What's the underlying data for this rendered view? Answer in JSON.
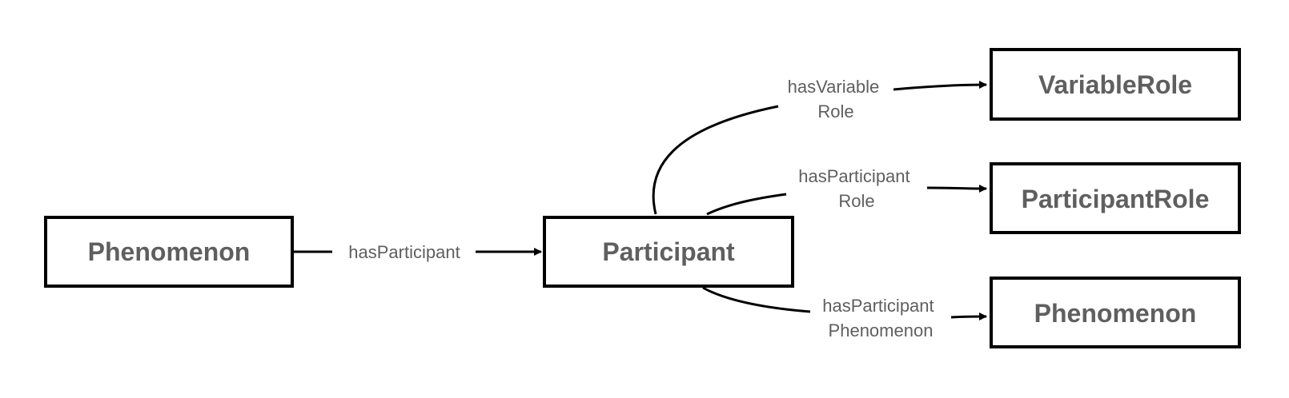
{
  "nodes": {
    "phenomenon_source": "Phenomenon",
    "participant": "Participant",
    "variable_role": "VariableRole",
    "participant_role": "ParticipantRole",
    "phenomenon_target": "Phenomenon"
  },
  "edges": {
    "has_participant": "hasParticipant",
    "has_variable_role": [
      "hasVariable",
      "Role"
    ],
    "has_participant_role": [
      "hasParticipant",
      "Role"
    ],
    "has_participant_phenomenon": [
      "hasParticipant",
      "Phenomenon"
    ]
  },
  "colors": {
    "stroke": "#000000",
    "text": "#5f5f5f",
    "background": "#ffffff"
  }
}
